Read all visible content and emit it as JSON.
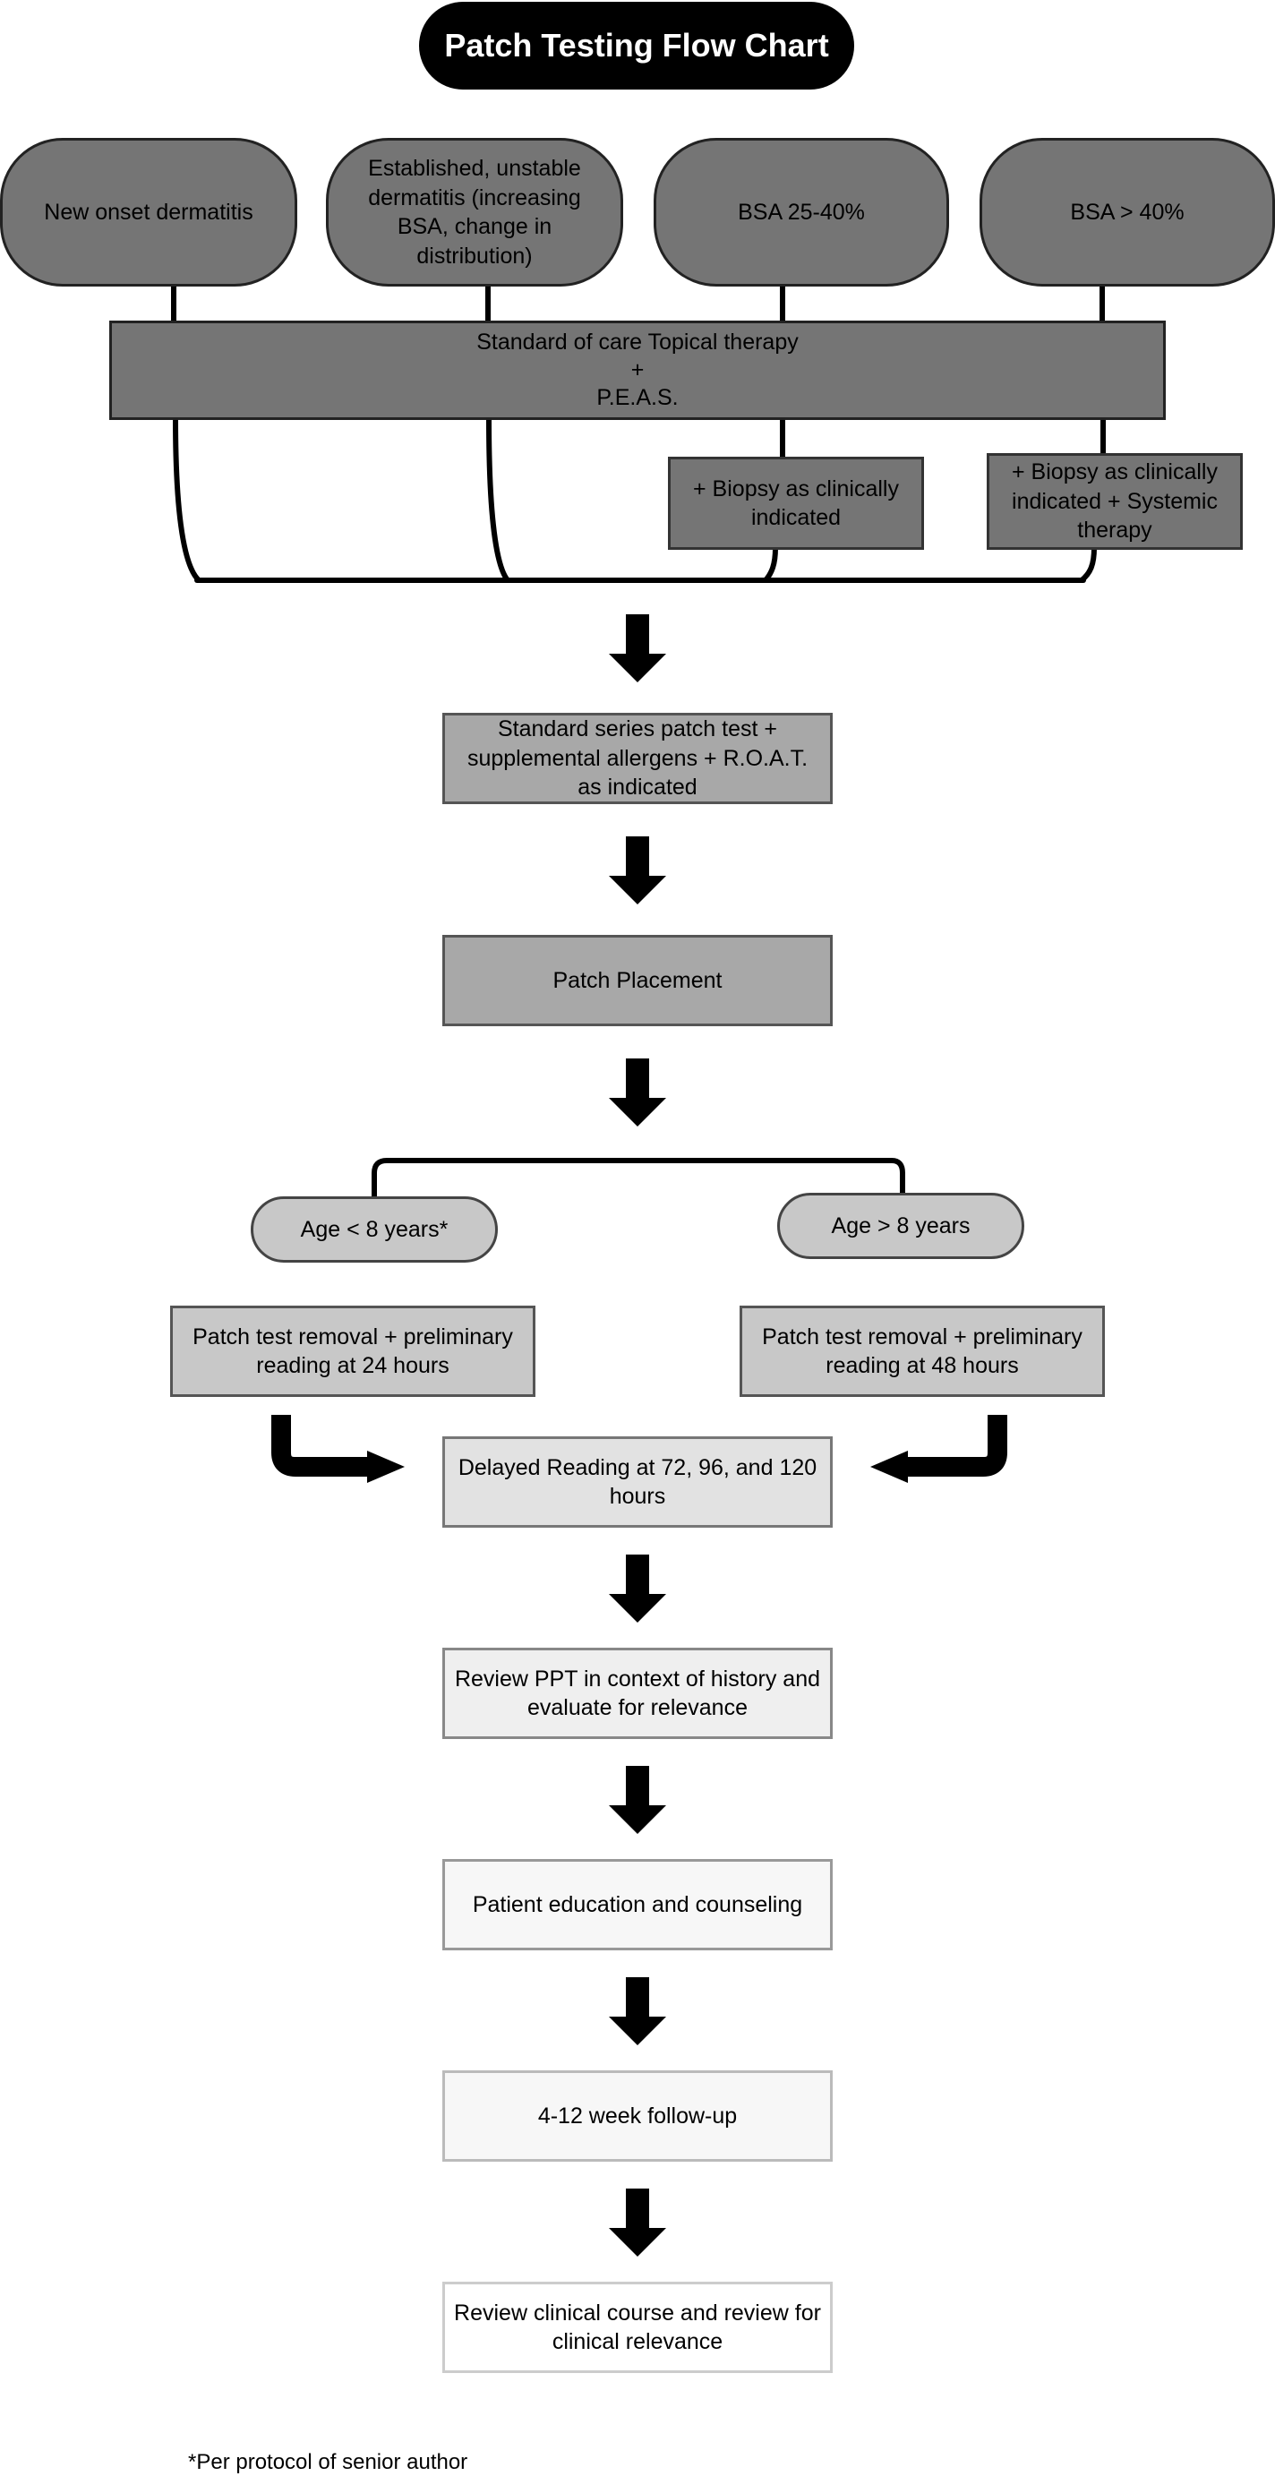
{
  "title": "Patch Testing Flow Chart",
  "top_nodes": [
    "New onset dermatitis",
    "Established, unstable dermatitis (increasing BSA, change in distribution)",
    "BSA 25-40%",
    "BSA > 40%"
  ],
  "topical_therapy": {
    "line1": "Standard of care Topical therapy",
    "line2": "+",
    "line3": "P.E.A.S."
  },
  "biopsy_1": "+ Biopsy as clinically indicated",
  "biopsy_2": "+ Biopsy as clinically indicated + Systemic therapy",
  "patch_test_series": "Standard series patch test + supplemental allergens + R.O.A.T. as indicated",
  "patch_placement": "Patch Placement",
  "age_under": "Age < 8 years*",
  "age_over": "Age > 8 years",
  "removal_24": "Patch test removal  + preliminary reading at 24 hours",
  "removal_48": "Patch test removal + preliminary reading at 48 hours",
  "delayed_reading": "Delayed Reading at 72, 96,  and 120 hours",
  "review_ppt": "Review PPT in context of history and evaluate for relevance",
  "education": "Patient education and counseling",
  "follow_up": "4-12 week follow-up",
  "review_course": "Review  clinical course and review for clinical relevance",
  "footnote": "*Per protocol of senior author",
  "colors": {
    "dark_gray": "#757575",
    "mid_gray": "#a8a8a8",
    "light_gray": "#c8c8c8",
    "lighter_gray": "#e2e2e2",
    "very_light_gray": "#efefef",
    "near_white": "#f7f7f7",
    "white": "#ffffff",
    "black": "#000000"
  }
}
